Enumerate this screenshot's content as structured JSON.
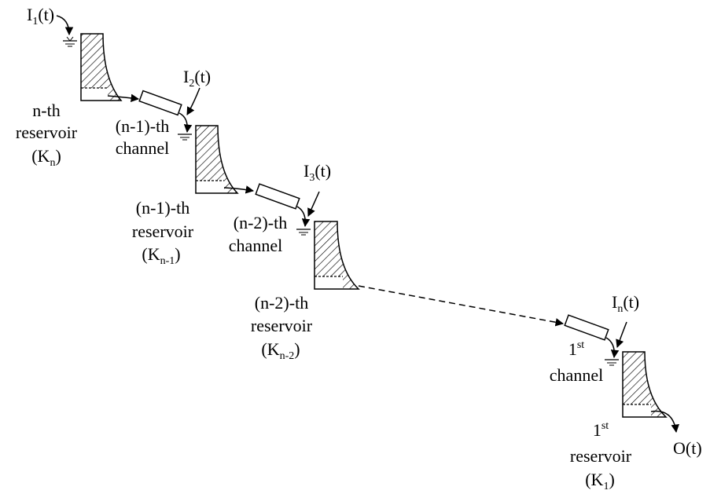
{
  "inputs": {
    "i1": {
      "main": "I",
      "sub": "1",
      "tail": "(t)"
    },
    "i2": {
      "main": "I",
      "sub": "2",
      "tail": "(t)"
    },
    "i3": {
      "main": "I",
      "sub": "3",
      "tail": "(t)"
    },
    "in": {
      "main": "I",
      "sub": "n",
      "tail": "(t)"
    }
  },
  "output": {
    "label": "O(t)"
  },
  "reservoirs": {
    "r_n": {
      "line1": "n-th",
      "line2": "reservoir",
      "k_open": "(K",
      "k_sub": "n",
      "k_close": ")"
    },
    "r_n1": {
      "line1": "(n-1)-th",
      "line2": "reservoir",
      "k_open": "(K",
      "k_sub": "n-1",
      "k_close": ")"
    },
    "r_n2": {
      "line1": "(n-2)-th",
      "line2": "reservoir",
      "k_open": "(K",
      "k_sub": "n-2",
      "k_close": ")"
    },
    "r_1": {
      "line1_main": "1",
      "line1_sup": "st",
      "line2": "reservoir",
      "k_open": "(K",
      "k_sub": "1",
      "k_close": ")"
    }
  },
  "channels": {
    "c_n1": {
      "line1": "(n-1)-th",
      "line2": "channel"
    },
    "c_n2": {
      "line1": "(n-2)-th",
      "line2": "channel"
    },
    "c_1": {
      "line1_main": "1",
      "line1_sup": "st",
      "line2": "channel"
    }
  }
}
